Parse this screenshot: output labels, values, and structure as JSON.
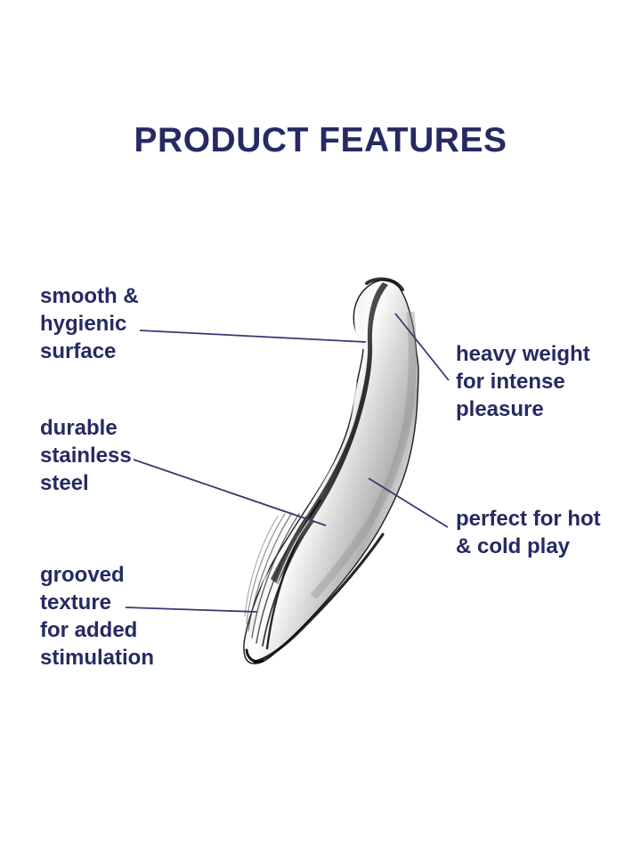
{
  "page": {
    "title": "PRODUCT FEATURES"
  },
  "colors": {
    "bg": "#ffffff",
    "ink": "#252a63",
    "line": "#353b72"
  },
  "product_illustration": {
    "description_name": "stainless-steel-wand-illustration",
    "metal_light": "#fdfdfd",
    "metal_mid": "#c9c9c9",
    "metal_dark": "#0d0d0d"
  },
  "features": [
    {
      "id": "smooth-surface",
      "side": "left",
      "label": "smooth &\nhygienic\nsurface"
    },
    {
      "id": "stainless-steel",
      "side": "left",
      "label": "durable\nstainless\nsteel"
    },
    {
      "id": "grooved-texture",
      "side": "left",
      "label": "grooved\ntexture\nfor added\nstimulation"
    },
    {
      "id": "heavy-weight",
      "side": "right",
      "label": "heavy weight\nfor intense\npleasure"
    },
    {
      "id": "hot-cold-play",
      "side": "right",
      "label": "perfect for hot\n& cold play"
    }
  ]
}
